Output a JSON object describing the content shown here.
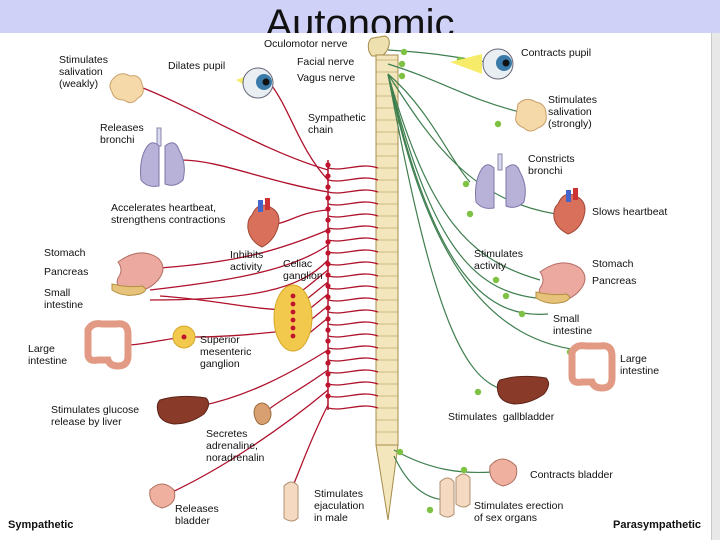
{
  "slide": {
    "title": "Autonomic"
  },
  "labels": {
    "oculomotor_nerve": "Oculomotor nerve",
    "facial_nerve": "Facial nerve",
    "vagus_nerve": "Vagus nerve",
    "sympathetic_chain": "Sympathetic\nchain",
    "celiac_ganglion": "Celiac\nganglion",
    "superior_mesenteric_ganglion": "Superior\nmesenteric\nganglion",
    "sympathetic": "Sympathetic",
    "parasympathetic": "Parasympathetic"
  },
  "sympathetic_effects": [
    {
      "key": "salivation",
      "text": "Stimulates\nsalivation\n(weakly)"
    },
    {
      "key": "pupil",
      "text": "Dilates pupil"
    },
    {
      "key": "bronchi",
      "text": "Releases\nbronchi"
    },
    {
      "key": "heart",
      "text": "Accelerates heartbeat,\nstrengthens contractions"
    },
    {
      "key": "stomach",
      "text": "Stomach"
    },
    {
      "key": "pancreas",
      "text": "Pancreas"
    },
    {
      "key": "small_intestine",
      "text": "Small\nintestine"
    },
    {
      "key": "inhibits",
      "text": "Inhibits\nactivity"
    },
    {
      "key": "large_intestine",
      "text": "Large\nintestine"
    },
    {
      "key": "liver",
      "text": "Stimulates glucose\nrelease by liver"
    },
    {
      "key": "adrenal",
      "text": "Secretes\nadrenaline,\nnoradrenalin"
    },
    {
      "key": "bladder",
      "text": "Releases\nbladder"
    },
    {
      "key": "ejaculation",
      "text": "Stimulates\nejaculation\nin male"
    }
  ],
  "parasympathetic_effects": [
    {
      "key": "pupil",
      "text": "Contracts pupil"
    },
    {
      "key": "salivation",
      "text": "Stimulates\nsalivation\n(strongly)"
    },
    {
      "key": "bronchi",
      "text": "Constricts\nbronchi"
    },
    {
      "key": "heart",
      "text": "Slows heartbeat"
    },
    {
      "key": "activity",
      "text": "Stimulates\nactivity"
    },
    {
      "key": "stomach",
      "text": "Stomach"
    },
    {
      "key": "pancreas",
      "text": "Pancreas"
    },
    {
      "key": "small_intestine",
      "text": "Small\nintestine"
    },
    {
      "key": "large_intestine",
      "text": "Large\nintestine"
    },
    {
      "key": "gallbladder",
      "text": "Stimulates  gallbladder"
    },
    {
      "key": "bladder",
      "text": "Contracts bladder"
    },
    {
      "key": "sex_organs",
      "text": "Stimulates erection\nof sex organs"
    }
  ],
  "colors": {
    "title_band": "#cfd2f6",
    "spinal_cord": "#f3e6bc",
    "sympathetic_fiber": "#b0122c",
    "parasympathetic_fiber": "#3f7f4f",
    "para_node": "#7dc242",
    "ganglion": "#f2c94c",
    "organ": "#e9a38f"
  }
}
